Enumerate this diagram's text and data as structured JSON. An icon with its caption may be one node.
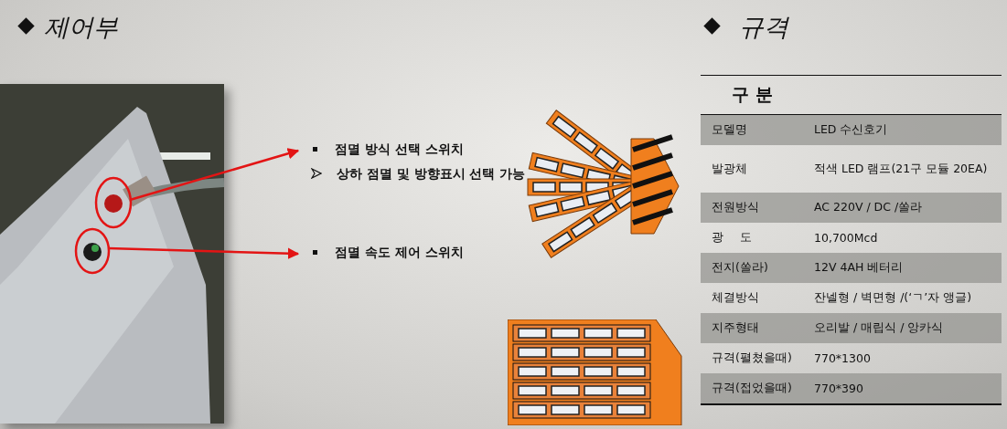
{
  "diagram": {
    "nodes": [
      {
        "text": [],
        "shape": "circle"
      },
      {
        "text": [],
        "shape": "circle"
      },
      {
        "text": [
          "점멸 방식 선택 스위치",
          "상하 점멸 및 방향표시 선택 가능"
        ]
      },
      {
        "text": [
          "점멸 속도 제어 스위치"
        ]
      }
    ],
    "edges": [
      {
        "from": 0,
        "to": 2,
        "arrow": "to"
      },
      {
        "from": 1,
        "to": 3,
        "arrow": "to"
      }
    ],
    "labels": [
      "제어부",
      "규격",
      "구 분",
      "모델명",
      "LED 수신호기",
      "발광체",
      "적색 LED 램프(21구 모듈 20EA)",
      "전원방식",
      "AC 220V / DC /쏠라",
      "광 도",
      "10,700Mcd",
      "전지(쏠라)",
      "12V 4AH 베터리",
      "체결방식",
      "잔넬형 / 벽면형 /(‘ㄱ’자 앵글)",
      "지주형태",
      "오리발 / 매립식 / 앙카식",
      "규격(펼쳤을때)",
      "770*1300",
      "규격(접었을때)",
      "770*390"
    ]
  }
}
